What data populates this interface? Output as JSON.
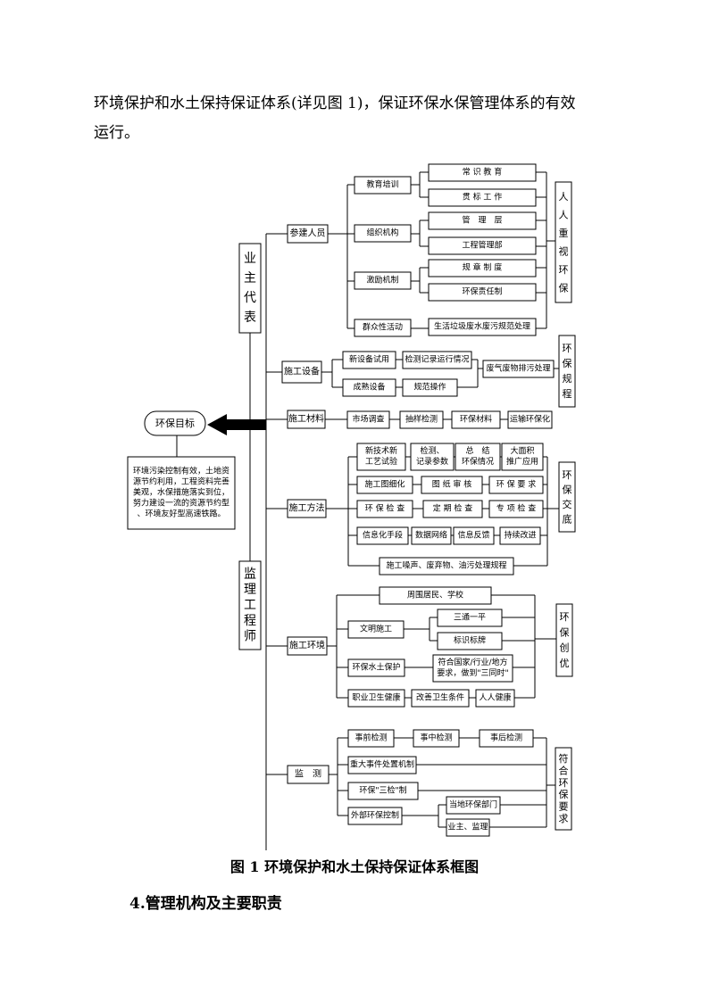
{
  "intro": {
    "line1": "环境保护和水土保持保证体系(详见图 1)，保证环保水保管理体系的有效",
    "line2": "运行。"
  },
  "diagram": {
    "owner": "业主代表",
    "supervisor": "监理工程师",
    "goal": "环保目标",
    "goal_desc": [
      "环境污染控制有效，土地资",
      "源节约利用，工程资料完善",
      "美观，水保措施落实到位，",
      "努力建设一流的资源节约型",
      "、环境友好型高速铁路。"
    ],
    "cat_personnel": "参建人员",
    "cat_equipment": "施工设备",
    "cat_material": "施工材料",
    "cat_method": "施工方法",
    "cat_environment": "施工环境",
    "cat_monitor": "监　测",
    "edu": "教育培训",
    "edu_common": "常 识 教 育",
    "edu_std": "贯 标 工 作",
    "org": "组织机构",
    "org_mgmt": "管　理　层",
    "org_dept": "工程管理部",
    "incentive": "激励机制",
    "inc_rules": "规 章 制 度",
    "inc_resp": "环保责任制",
    "mass": "群众性活动",
    "mass_waste": "生活垃圾废水废污规范处理",
    "res_personnel": [
      "人",
      "人",
      "重",
      "视",
      "环",
      "保"
    ],
    "eq_new": "新设备试用",
    "eq_check": "检测记录运行情况",
    "eq_mature": "成熟设备",
    "eq_norm": "规范操作",
    "eq_waste": "废气废物排污处理",
    "res_equipment": [
      "环",
      "保",
      "规",
      "程"
    ],
    "mat_survey": "市场调查",
    "mat_test": "抽样检测",
    "mat_env": "环保材料",
    "mat_transport": "运输环保化",
    "res_method": [
      "环",
      "保",
      "交",
      "底"
    ],
    "m_newtech": [
      "新技术新",
      "工艺试验"
    ],
    "m_detect": [
      "检测、",
      "记录参数"
    ],
    "m_summary": [
      "总　结",
      "环保情况"
    ],
    "m_promote": [
      "大面积",
      "推广应用"
    ],
    "m_drawing": "施工图细化",
    "m_review": "图 纸 审 核",
    "m_envreq": "环 保 要 求",
    "m_envcheck": "环 保 检 查",
    "m_periodic": "定 期 检 查",
    "m_special": "专 项 检 查",
    "m_info": "信息化手段",
    "m_datanet": "数据网络",
    "m_feedback": "信息反馈",
    "m_improve": "持续改进",
    "m_noise": "施工噪声、废弃物、油污处理规程",
    "res_environment": [
      "环",
      "保",
      "创",
      "优"
    ],
    "e_residents": "周围居民、学校",
    "e_civil": "文明施工",
    "e_threelink": "三通一平",
    "e_signs": "标识标牌",
    "e_soil": "环保水土保护",
    "e_comply": [
      "符合国家/行业/地方",
      "要求，做到\"三同时\""
    ],
    "e_health": "职业卫生健康",
    "e_sanitary": "改善卫生条件",
    "e_people": "人人健康",
    "res_monitor": [
      "符",
      "合",
      "环",
      "保",
      "要",
      "求"
    ],
    "mon_pre": "事前检测",
    "mon_mid": "事中检测",
    "mon_post": "事后检测",
    "mon_major": "重大事件处置机制",
    "mon_three": "环保\"三检\"制",
    "mon_external": "外部环保控制",
    "mon_local": "当地环保部门",
    "mon_owner": "业主、监理"
  },
  "caption": "图 1  环境保护和水土保持保证体系框图",
  "section_heading": "4.管理机构及主要职责"
}
